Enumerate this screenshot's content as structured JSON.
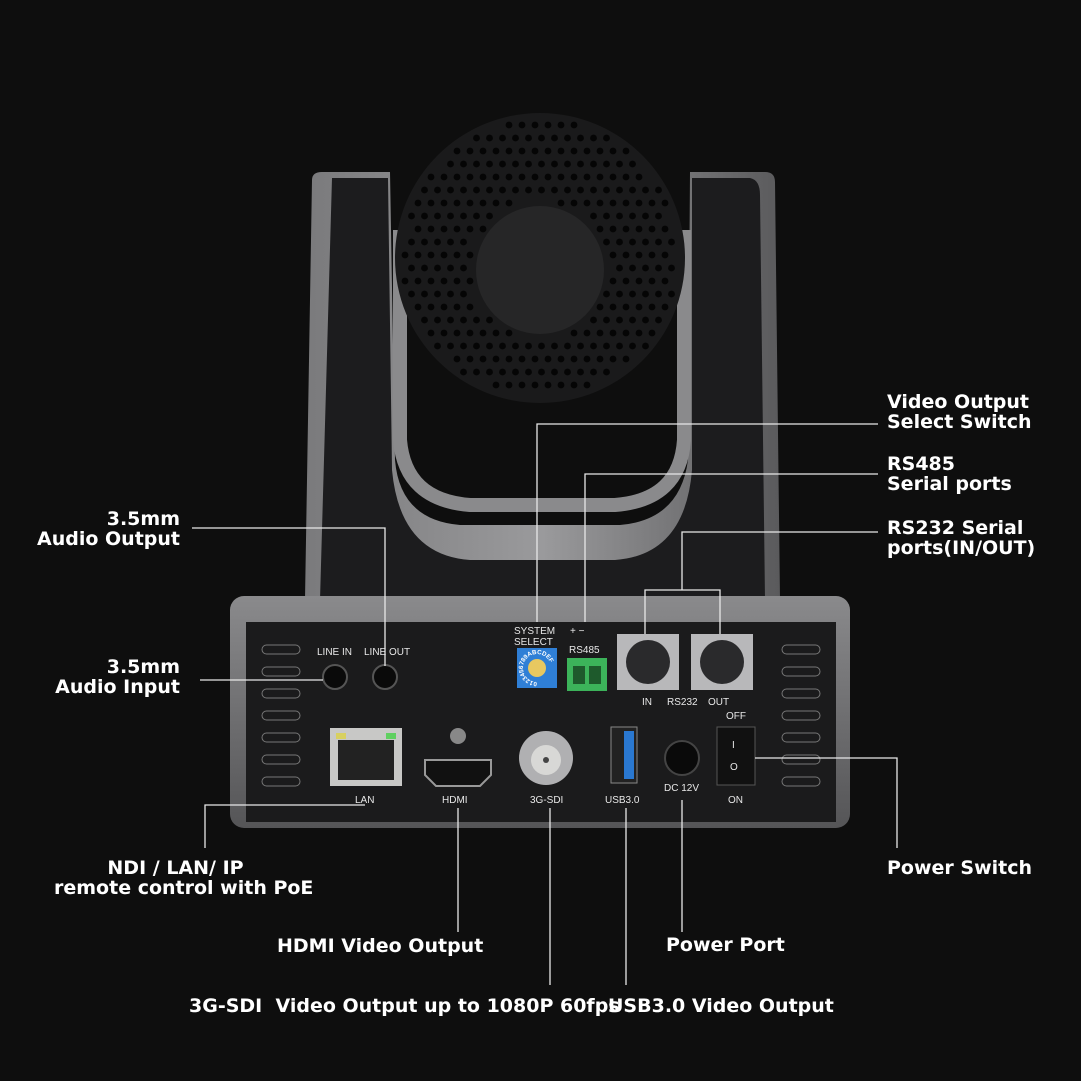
{
  "callouts": {
    "video_output_select": [
      "Video Output",
      "Select Switch"
    ],
    "rs485": [
      "RS485",
      "Serial ports"
    ],
    "rs232": [
      "RS232 Serial",
      "ports(IN/OUT)"
    ],
    "audio_output": [
      "3.5mm",
      "Audio Output"
    ],
    "audio_input": [
      "3.5mm",
      "Audio Input"
    ],
    "ndi": [
      "NDI / LAN/ IP",
      "remote control with PoE"
    ],
    "power_switch": "Power Switch",
    "hdmi": "HDMI Video Output",
    "power_port": "Power Port",
    "sdi": "3G-SDI  Video Output up to 1080P 60fps",
    "usb": "USB3.0 Video Output"
  },
  "panel_labels": {
    "line_in": "LINE  IN",
    "line_out": "LINE OUT",
    "system": "SYSTEM",
    "select": "SELECT",
    "rs485": "RS485",
    "plus_minus": "+  −",
    "in": "IN",
    "rs232": "RS232",
    "out": "OUT",
    "off": "OFF",
    "on": "ON",
    "lan": "LAN",
    "hdmi": "HDMI",
    "sdi": "3G-SDI",
    "usb": "USB3.0",
    "dc": "DC 12V",
    "switch_i": "I",
    "switch_o": "O",
    "dial": "0123456789ABCDEF"
  },
  "colors": {
    "background": "#0e0e0e",
    "body": "#5e5e60",
    "panel": "#1b1b1c",
    "dial": "#2f7fd6",
    "terminal": "#3cb35a",
    "usb_blue": "#2a78d0"
  }
}
